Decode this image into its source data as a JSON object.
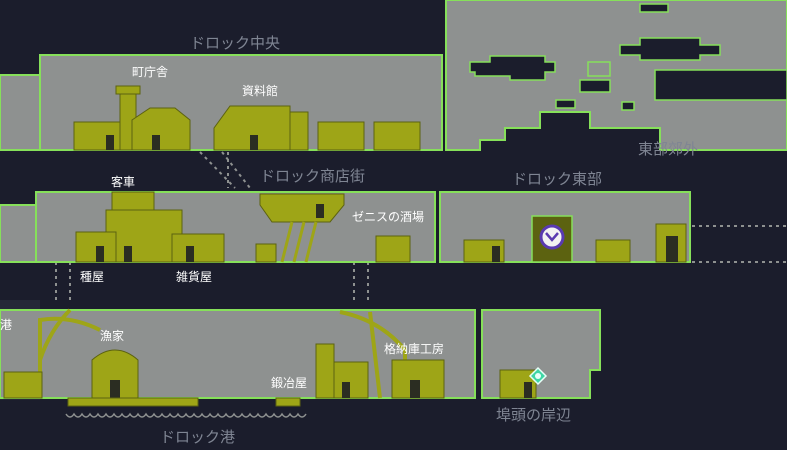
{
  "areas": {
    "center": "ドロック中央",
    "shopping_street": "ドロック商店街",
    "east": "ドロック東部",
    "east_outskirts": "東部郊外",
    "port": "ドロック港",
    "pier": "埠頭の岸辺",
    "port_edge": "港"
  },
  "rooms": {
    "town_hall": "町庁舎",
    "archive": "資料館",
    "coach": "客車",
    "seed_shop": "種屋",
    "general_store": "雑貨屋",
    "zenis_tavern": "ゼニスの酒場",
    "fisherman_house": "漁家",
    "smithy": "鍛冶屋",
    "storage_workshop": "格納庫工房"
  },
  "colors": {
    "background": "#1b1d2c",
    "room_fill": "#8e9190",
    "outline": "#86e05a",
    "building": "#9ea517",
    "building_dark": "#5c6210",
    "marker": "#3fd6a6"
  },
  "icons": {
    "player": "player-position-icon",
    "save": "save-point-icon"
  }
}
